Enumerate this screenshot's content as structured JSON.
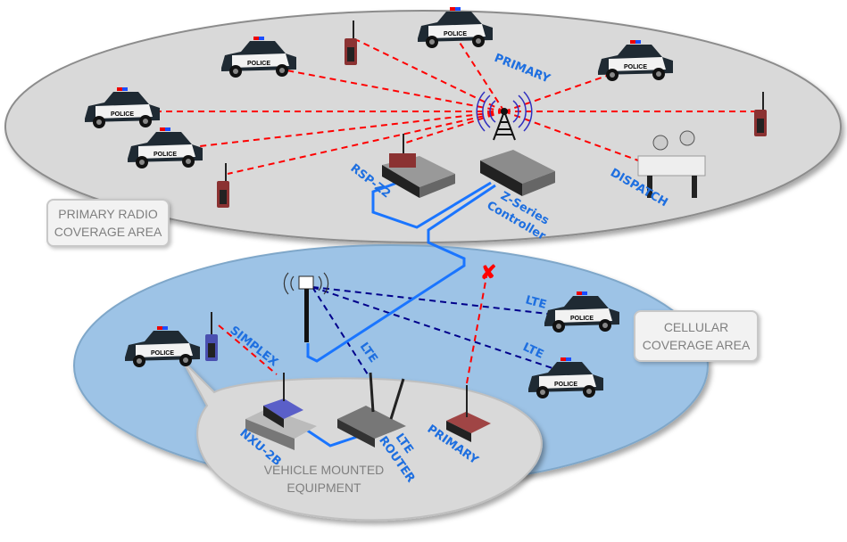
{
  "areas": {
    "primary_radio": [
      "PRIMARY RADIO",
      "COVERAGE AREA"
    ],
    "cellular": [
      "CELLULAR",
      "COVERAGE AREA"
    ],
    "vehicle": [
      "VEHICLE MOUNTED",
      "EQUIPMENT"
    ]
  },
  "labels": {
    "primary_tower": "PRIMARY",
    "dispatch": "DISPATCH",
    "rsp": "RSP-Z2",
    "controller": [
      "Z-Series",
      "Controller"
    ],
    "lte_1": "LTE",
    "lte_2": "LTE",
    "lte_3": "LTE",
    "simplex": "SIMPLEX",
    "nxu": "NXU-2B",
    "lte_router": [
      "LTE",
      "ROUTER"
    ],
    "primary_radio": "PRIMARY"
  },
  "car_text": "POLICE",
  "colors": {
    "primary_area": "#d9d9d9",
    "cellular_area": "#9dc3e6",
    "radio_link": "#ff0000",
    "lte_link": "#00008b",
    "cable": "#1a75ff",
    "label": "#1e6fe0"
  }
}
